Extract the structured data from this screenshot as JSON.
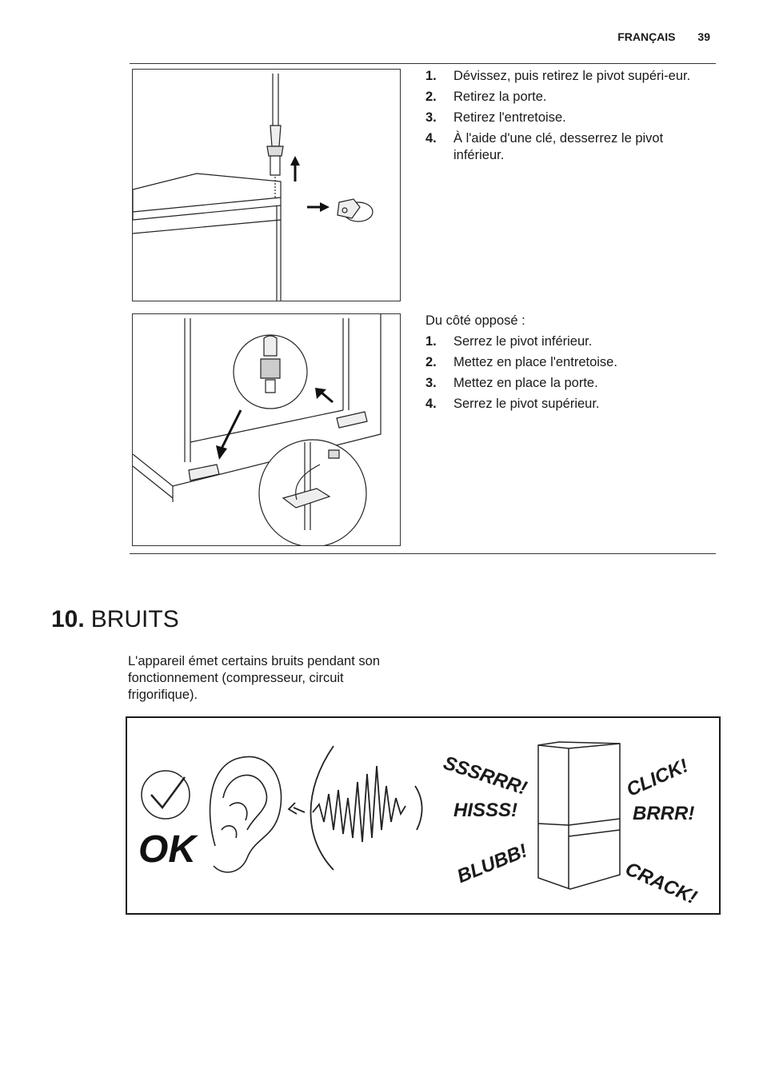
{
  "header": {
    "language": "FRANÇAIS",
    "page_number": "39"
  },
  "removal": {
    "steps": [
      {
        "num": "1.",
        "text": "Dévissez, puis retirez le pivot supéri-eur."
      },
      {
        "num": "2.",
        "text": "Retirez la porte."
      },
      {
        "num": "3.",
        "text": "Retirez l'entretoise."
      },
      {
        "num": "4.",
        "text": "À l'aide d'une clé, desserrez le pivot inférieur."
      }
    ]
  },
  "reinstall": {
    "intro": "Du côté opposé :",
    "steps": [
      {
        "num": "1.",
        "text": "Serrez le pivot inférieur."
      },
      {
        "num": "2.",
        "text": "Mettez en place l'entretoise."
      },
      {
        "num": "3.",
        "text": "Mettez en place la porte."
      },
      {
        "num": "4.",
        "text": "Serrez le pivot supérieur."
      }
    ]
  },
  "section": {
    "number": "10.",
    "title": "BRUITS",
    "paragraph": "L'appareil émet certains bruits pendant son fonctionnement (compresseur, circuit frigorifique)."
  },
  "noises": {
    "ok_label": "OK",
    "sounds": [
      "SSSRRR!",
      "HISSS!",
      "BLUBB!",
      "CLICK!",
      "BRRR!",
      "CRACK!"
    ]
  }
}
